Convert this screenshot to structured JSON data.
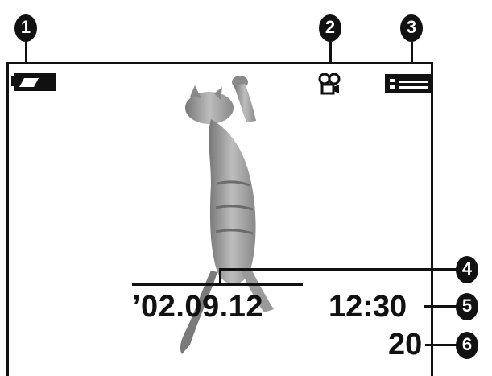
{
  "callouts": [
    "1",
    "2",
    "3",
    "4",
    "5",
    "6"
  ],
  "display": {
    "date": "’02.09.12",
    "time": "12:30",
    "frames_remaining": "20"
  },
  "icons": {
    "battery": "battery-icon",
    "record_mode": "record-mode-icon",
    "quality": "image-quality-icon",
    "subject": "cat-photo"
  },
  "colors": {
    "ink": "#111111",
    "background": "#ffffff"
  }
}
